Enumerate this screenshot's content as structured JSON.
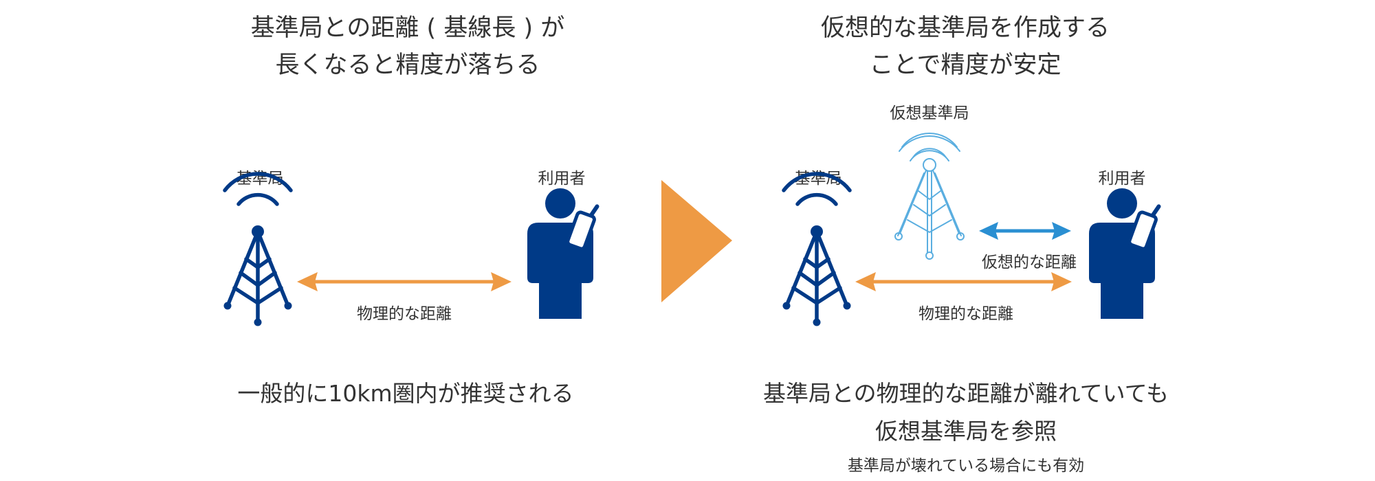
{
  "left_panel": {
    "heading_line1": "基準局との距離 ( 基線長 ) が",
    "heading_line2": "長くなると精度が落ちる",
    "base_station_label": "基準局",
    "user_label": "利用者",
    "distance_label": "物理的な距離",
    "footer": "一般的に10km圏内が推奨される"
  },
  "right_panel": {
    "heading_line1": "仮想的な基準局を作成する",
    "heading_line2": "ことで精度が安定",
    "virtual_station_label": "仮想基準局",
    "base_station_label": "基準局",
    "user_label": "利用者",
    "virtual_distance_label": "仮想的な距離",
    "distance_label": "物理的な距離",
    "footer_line1": "基準局との物理的な距離が離れていても",
    "footer_line2": "仮想基準局を参照",
    "note": "基準局が壊れている場合にも有効"
  },
  "colors": {
    "station_blue": "#003a87",
    "virtual_blue": "#5aaee0",
    "orange": "#ee9a44",
    "arrow_blue": "#2a8fd2",
    "text": "#333333"
  }
}
